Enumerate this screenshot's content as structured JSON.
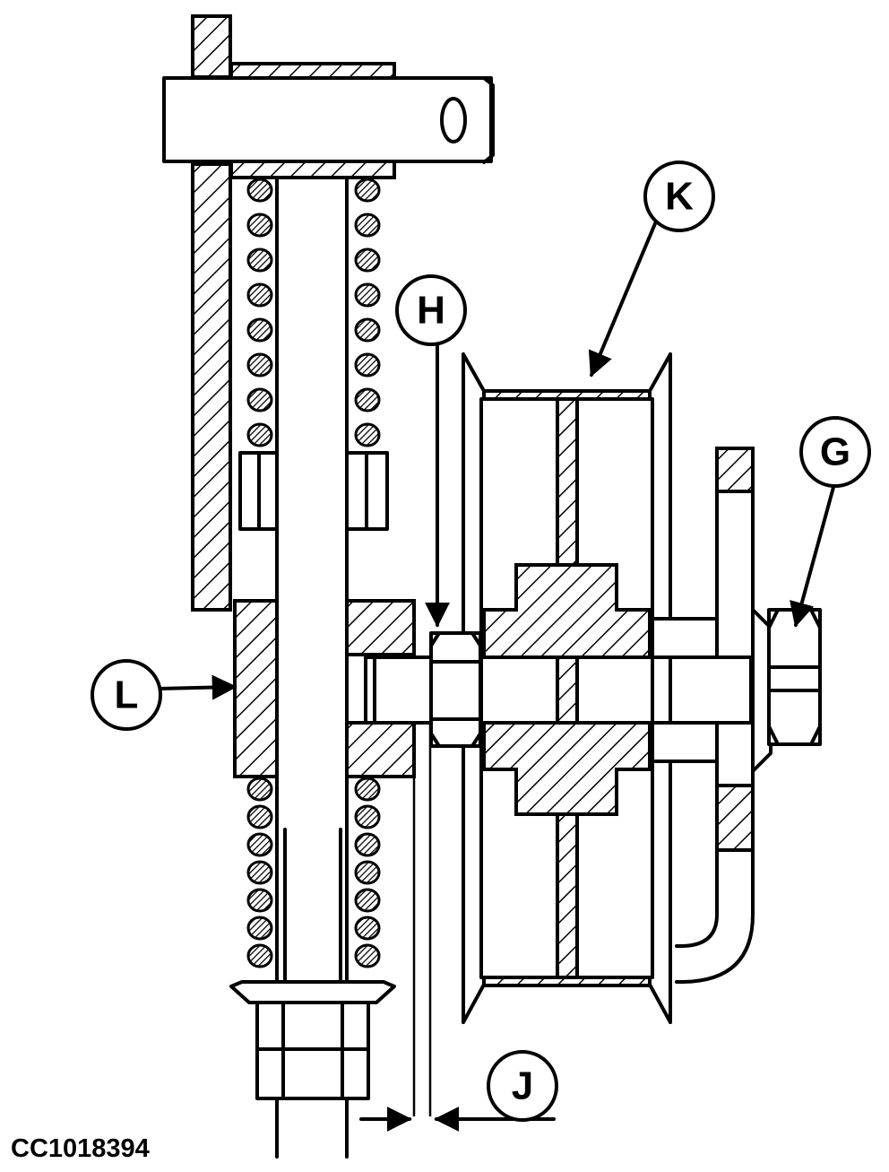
{
  "figure_id": "CC1018394",
  "callouts": {
    "K": "K",
    "H": "H",
    "G": "G",
    "L": "L",
    "J": "J"
  },
  "colors": {
    "line": "#000000",
    "background": "#ffffff"
  }
}
